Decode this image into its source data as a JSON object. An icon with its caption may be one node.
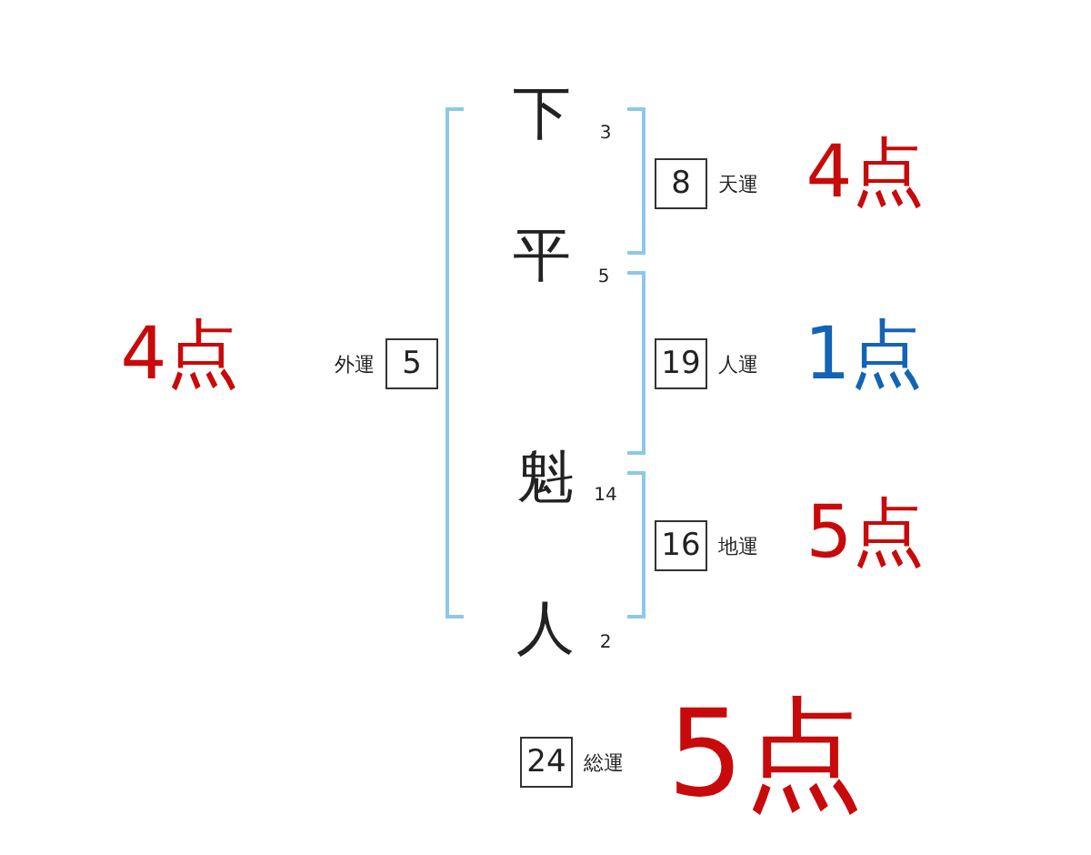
{
  "diagram": {
    "nodes": [
      {
        "text": [
          "8"
        ],
        "beside": [
          "天運"
        ]
      },
      {
        "text": [
          "5"
        ],
        "beside": [
          "外運"
        ]
      },
      {
        "text": [
          "19"
        ],
        "beside": [
          "人運"
        ]
      },
      {
        "text": [
          "16"
        ],
        "beside": [
          "地運"
        ]
      },
      {
        "text": [
          "24"
        ],
        "beside": [
          "総運"
        ]
      }
    ],
    "labels": [
      "下",
      "3",
      "4点",
      "平",
      "5",
      "4点",
      "1点",
      "魁",
      "14",
      "5点",
      "人",
      "2",
      "5点"
    ]
  }
}
